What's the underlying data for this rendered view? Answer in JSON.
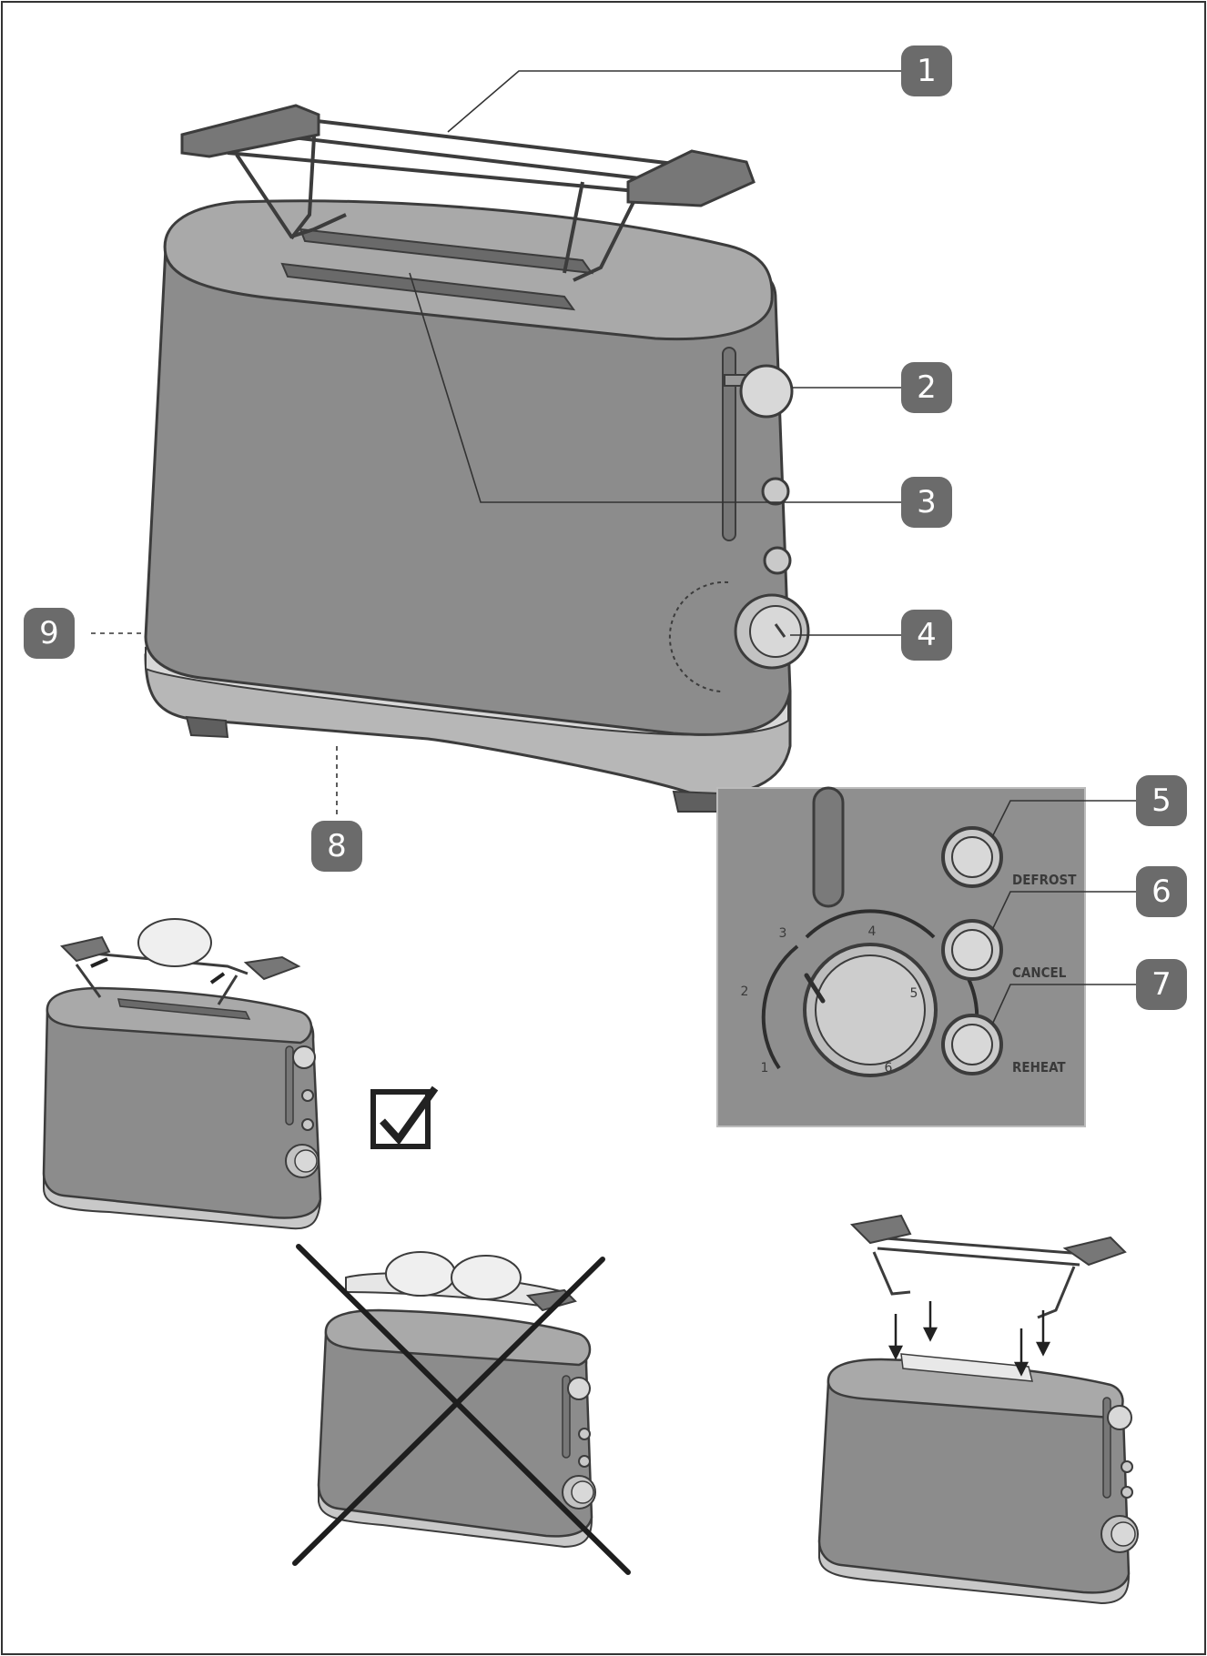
{
  "callouts": [
    {
      "id": "1",
      "label": "1"
    },
    {
      "id": "2",
      "label": "2"
    },
    {
      "id": "3",
      "label": "3"
    },
    {
      "id": "4",
      "label": "4"
    },
    {
      "id": "5",
      "label": "5"
    },
    {
      "id": "6",
      "label": "6"
    },
    {
      "id": "7",
      "label": "7"
    },
    {
      "id": "8",
      "label": "8"
    },
    {
      "id": "9",
      "label": "9"
    }
  ],
  "control_panel": {
    "buttons": {
      "defrost": "DEFROST",
      "cancel": "CANCEL",
      "reheat": "REHEAT"
    },
    "dial_numbers": [
      "1",
      "2",
      "3",
      "4",
      "5",
      "6"
    ]
  },
  "colors": {
    "body": "#8c8c8c",
    "body_dark": "#6f6f6f",
    "top": "#a9a9a9",
    "outline": "#3c3c3c",
    "base_band": "#c8c8c8",
    "badge": "#6b6b6b",
    "panel": "#8f8f8f"
  },
  "icons": {
    "check": "checkbox-check-icon",
    "cross": "cross-out-icon"
  }
}
